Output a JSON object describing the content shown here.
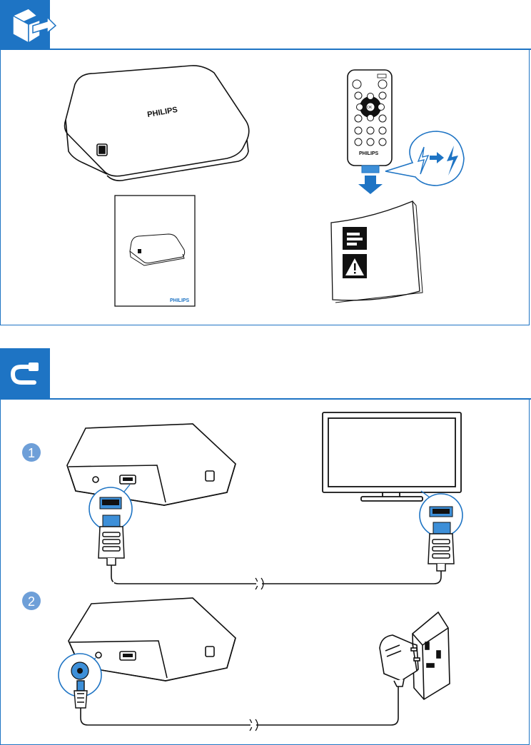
{
  "sections": [
    {
      "name": "box-contents",
      "icon": "box-contents-icon"
    },
    {
      "name": "connect",
      "icon": "cable-connect-icon"
    }
  ],
  "brand": {
    "player": "PHILIPS",
    "remote": "PHILIPS",
    "manual": "PHILIPS"
  },
  "remote_buttons": {
    "ok": "OK"
  },
  "steps": [
    {
      "number": "1"
    },
    {
      "number": "2"
    }
  ],
  "colors": {
    "accent": "#1e74c4",
    "step_badge": "#6e9fd8",
    "connector_blue": "#3d8fd8"
  }
}
